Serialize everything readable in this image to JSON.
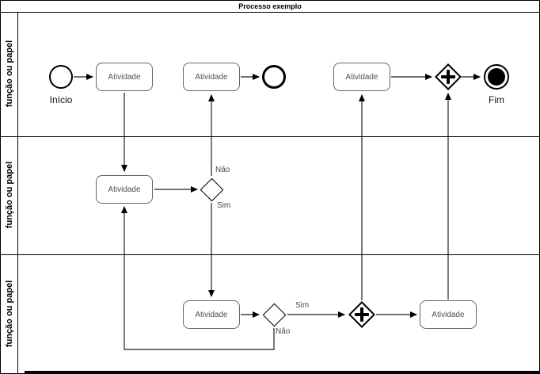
{
  "pool": {
    "title": "Processo exemplo"
  },
  "lanes": [
    {
      "label": "função ou papel"
    },
    {
      "label": "função ou papel"
    },
    {
      "label": "função ou papel"
    }
  ],
  "nodes": {
    "start_event": {
      "label": "Início"
    },
    "end_event_final": {
      "label": "Fim"
    },
    "tasks": [
      {
        "label": "Atividade"
      },
      {
        "label": "Atividade"
      },
      {
        "label": "Atividade"
      },
      {
        "label": "Atividade"
      },
      {
        "label": "Atividade"
      },
      {
        "label": "Atividade"
      }
    ],
    "gateways": [
      {
        "type": "parallel",
        "icon": "plus-icon"
      },
      {
        "type": "exclusive"
      },
      {
        "type": "exclusive"
      },
      {
        "type": "parallel",
        "icon": "plus-icon"
      }
    ]
  },
  "edge_labels": {
    "gateway_mid_no": "Não",
    "gateway_mid_yes": "Sim",
    "gateway_bottom_yes": "Sim",
    "gateway_bottom_no": "Não"
  },
  "colors": {
    "connector": "#424242",
    "shape_border": "#000000",
    "task_border": "#666666",
    "task_text": "#4f4f4f"
  }
}
